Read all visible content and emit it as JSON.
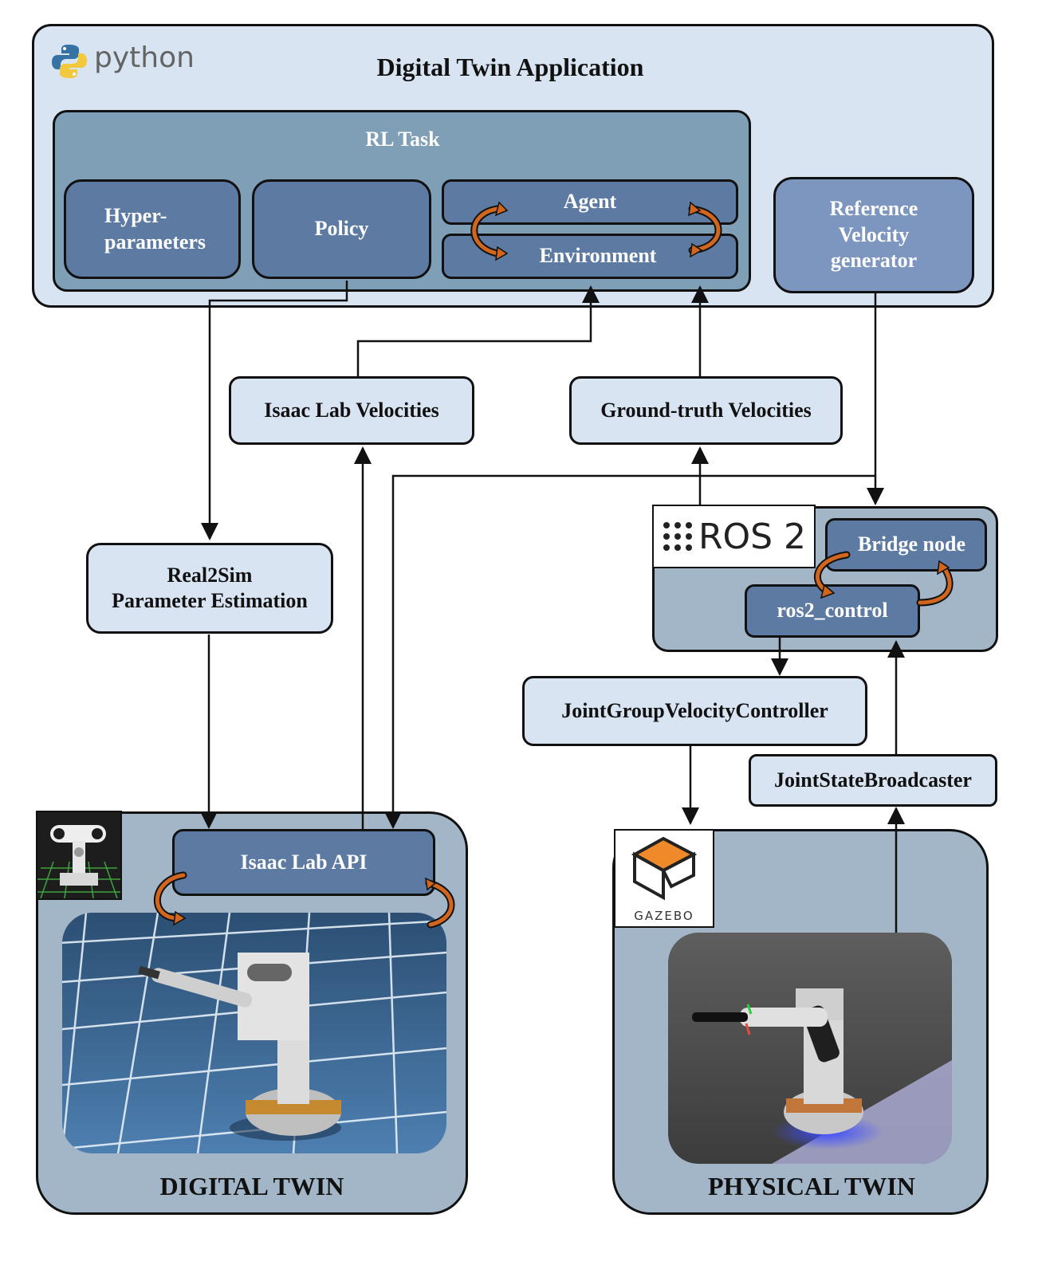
{
  "app": {
    "title": "Digital Twin Application",
    "python_logo_text": "python",
    "rl_task": {
      "title": "RL Task",
      "hyperparameters": "Hyper-\nparameters",
      "policy": "Policy",
      "agent": "Agent",
      "environment": "Environment"
    },
    "reference_velocity": "Reference\nVelocity\ngenerator"
  },
  "isaac_lab_velocities": "Isaac Lab Velocities",
  "ground_truth_velocities": "Ground-truth Velocities",
  "real2sim": "Real2Sim\nParameter Estimation",
  "ros2": {
    "logo_text": "ROS 2",
    "bridge_node": "Bridge node",
    "ros2_control": "ros2_control"
  },
  "joint_group_velocity_controller": "JointGroupVelocityController",
  "joint_state_broadcaster": "JointStateBroadcaster",
  "digital_twin": {
    "api_label": "Isaac Lab API",
    "caption": "DIGITAL TWIN"
  },
  "physical_twin": {
    "gazebo_logo_text": "GAZEBO",
    "caption": "PHYSICAL TWIN"
  },
  "colors": {
    "cycle_arrow": "#d2661f",
    "light_box": "#d8e4f2",
    "dark_box": "#5c7aa2"
  }
}
